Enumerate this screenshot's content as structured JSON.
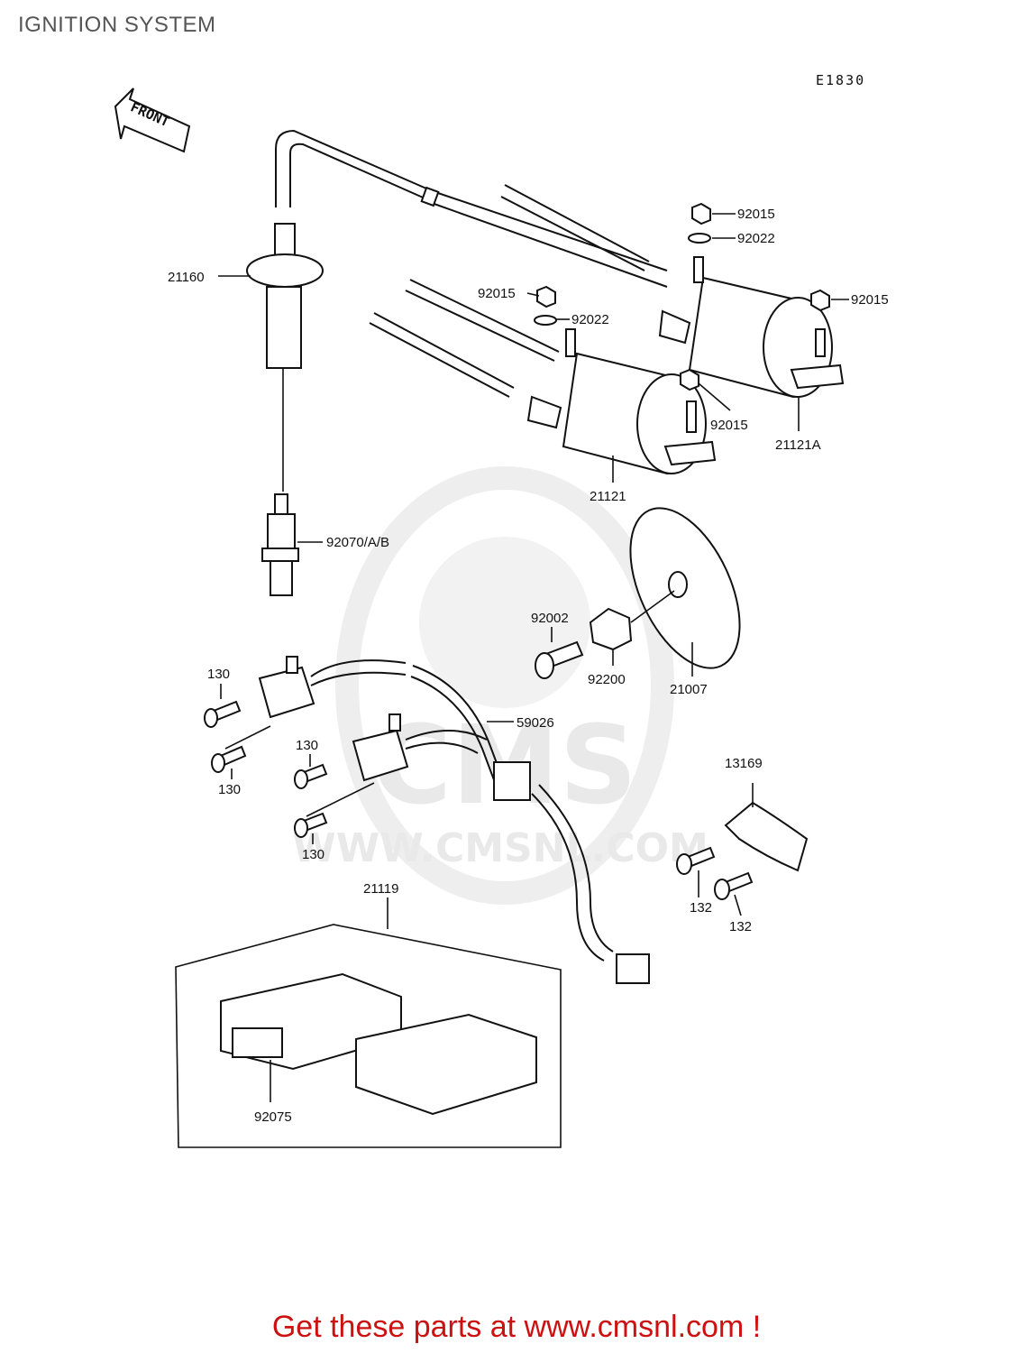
{
  "title": "IGNITION SYSTEM",
  "diagram_code": "E1830",
  "front_label": "FRONT",
  "watermark": {
    "logo_text": "CMS",
    "url_text": "WWW.CMSNL.COM"
  },
  "labels": {
    "p21160": "21160",
    "p92070": "92070/A/B",
    "p92015_top": "92015",
    "p92022_top": "92022",
    "p92015_left": "92015",
    "p92022_left": "92022",
    "p92015_right": "92015",
    "p92015_mid": "92015",
    "p21121A": "21121A",
    "p21121": "21121",
    "p92002": "92002",
    "p92200": "92200",
    "p21007": "21007",
    "p130_a": "130",
    "p130_b": "130",
    "p130_c": "130",
    "p130_d": "130",
    "p59026": "59026",
    "p13169": "13169",
    "p132_a": "132",
    "p132_b": "132",
    "p21119": "21119",
    "p92075": "92075"
  },
  "footer": "Get these parts at www.cmsnl.com !"
}
